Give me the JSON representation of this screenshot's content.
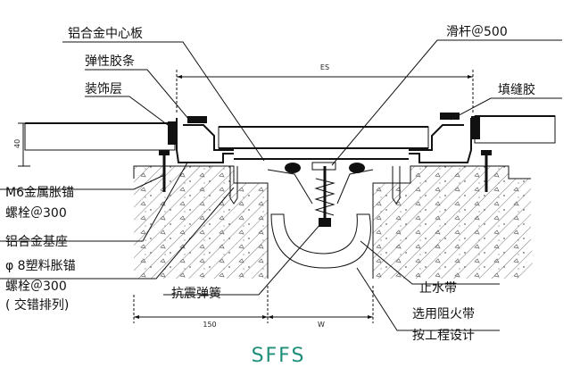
{
  "labels": {
    "center_plate": "铝合金中心板",
    "rubber_strip": "弹性胶条",
    "decor_layer": "装饰层",
    "m6_anchor_l1": "M6金属胀锚",
    "m6_anchor_l2": "螺栓＠300",
    "alu_base": "铝合金基座",
    "plastic_anchor_l1": "φ 8塑料胀锚",
    "plastic_anchor_l2": "螺栓＠300",
    "plastic_anchor_l3": "( 交错排列)",
    "spring": "抗震弹簧",
    "slide_bar": "滑杆＠500",
    "sealant": "填缝胶",
    "waterstop": "止水带",
    "fire_belt_l1": "选用阻火带",
    "fire_belt_l2": "按工程设计"
  },
  "dimensions": {
    "es": "ES",
    "d40": "40",
    "d150": "150",
    "w": "W"
  },
  "model": "SFFS",
  "colors": {
    "ink": "#111111",
    "model": "#1f8f7a"
  }
}
